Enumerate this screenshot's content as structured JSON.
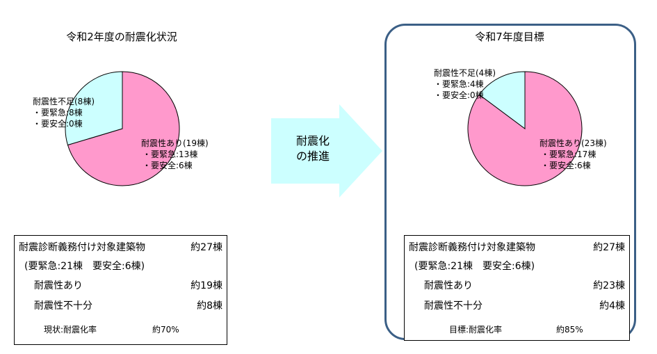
{
  "colors": {
    "safe": "#ff99cc",
    "unsafe": "#ccffff",
    "frame": "#3b5f86",
    "arrow": "#ccffff"
  },
  "left": {
    "title": "令和2年度の耐震化状況",
    "pie": [
      {
        "name": "耐震性あり",
        "value": 19
      },
      {
        "name": "耐震性不足",
        "value": 8
      }
    ],
    "unsafe_label": [
      "耐震性不足(8棟)",
      "・要緊急:8棟",
      "・要安全:0棟"
    ],
    "safe_label": [
      "耐震性あり(19棟)",
      "・要緊急:13棟",
      "・要安全:6棟"
    ],
    "box": {
      "row1_label": "耐震診断義務付け対象建築物",
      "row1_value": "約27棟",
      "row2": "(要緊急:21棟　要安全:6棟)",
      "row3_label": "耐震性あり",
      "row3_value": "約19棟",
      "row4_label": "耐震性不十分",
      "row4_value": "約8棟",
      "footer_label": "現状:耐震化率",
      "footer_value": "約70%"
    }
  },
  "arrow": {
    "line1": "耐震化",
    "line2": "の推進"
  },
  "right": {
    "title": "令和7年度目標",
    "pie": [
      {
        "name": "耐震性あり",
        "value": 23
      },
      {
        "name": "耐震性不足",
        "value": 4
      }
    ],
    "unsafe_label": [
      "耐震性不足(4棟)",
      "・要緊急:4棟",
      "・要安全:0棟"
    ],
    "safe_label": [
      "耐震性あり(23棟)",
      "・要緊急:17棟",
      "・要安全:6棟"
    ],
    "box": {
      "row1_label": "耐震診断義務付け対象建築物",
      "row1_value": "約27棟",
      "row2": "(要緊急:21棟　要安全:6棟)",
      "row3_label": "耐震性あり",
      "row3_value": "約23棟",
      "row4_label": "耐震性不十分",
      "row4_value": "約4棟",
      "footer_label": "目標:耐震化率",
      "footer_value": "約85%"
    }
  }
}
